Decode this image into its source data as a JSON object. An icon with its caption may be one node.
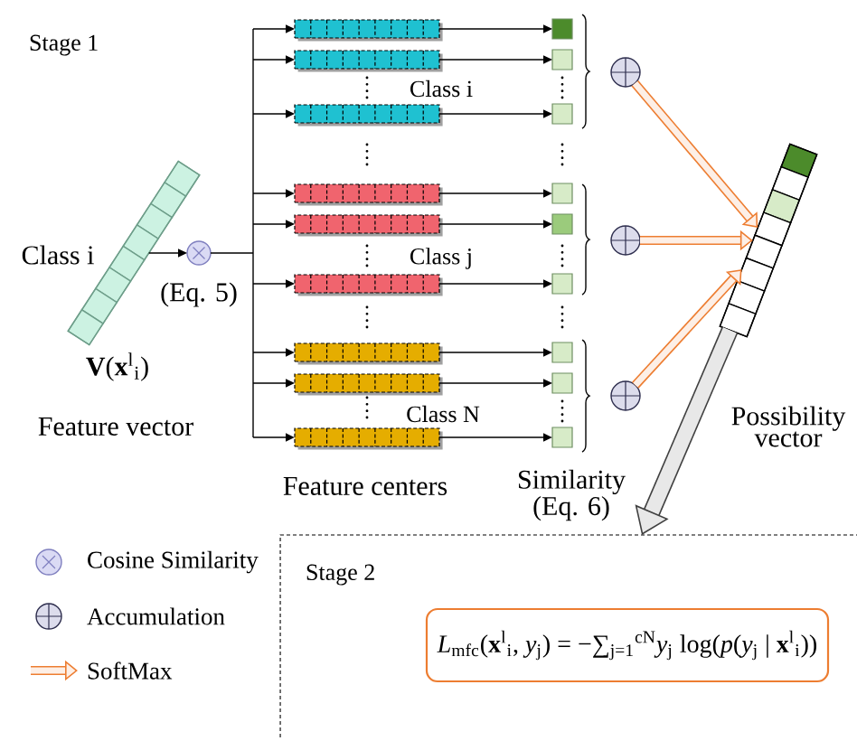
{
  "diagram": {
    "nodes": [
      {
        "text": [],
        "shape": "bar",
        "beside": [
          "Class i",
          "**V**(**x**$^{l}$$_{i}$)",
          "Feature vector"
        ]
      },
      {
        "text": [],
        "shape": "circle"
      },
      {
        "text": [],
        "shape": "bar"
      },
      {
        "text": [],
        "shape": "bar"
      },
      {
        "text": [],
        "shape": "bar"
      },
      {
        "text": [],
        "shape": "bar"
      },
      {
        "text": [],
        "shape": "bar"
      },
      {
        "text": [],
        "shape": "bar"
      },
      {
        "text": [],
        "shape": "bar"
      },
      {
        "text": [],
        "shape": "bar"
      },
      {
        "text": [],
        "shape": "bar"
      },
      {
        "text": [],
        "shape": "box"
      },
      {
        "text": [],
        "shape": "box"
      },
      {
        "text": [],
        "shape": "box"
      },
      {
        "text": [],
        "shape": "box"
      },
      {
        "text": [],
        "shape": "box"
      },
      {
        "text": [],
        "shape": "box"
      },
      {
        "text": [],
        "shape": "box"
      },
      {
        "text": [],
        "shape": "box"
      },
      {
        "text": [],
        "shape": "box"
      },
      {
        "text": [],
        "shape": "circle"
      },
      {
        "text": [],
        "shape": "circle"
      },
      {
        "text": [],
        "shape": "circle"
      },
      {
        "text": [],
        "shape": "bar",
        "beside": [
          "Possibility vector"
        ]
      },
      {
        "text": [
          "Stage 2"
        ]
      },
      {
        "text": [
          "*L*$_{mfc}$(**x**$^{l}$$_{i}$, *y*$_{j}$) = −∑$_{j=1}$$^{cN}$*y*$_{j}$ log(*p*(*y*$_{j}$ | **x**$^{l}$$_{i}$))"
        ],
        "in": 24
      }
    ],
    "edges": [
      {
        "from": 0,
        "to": 1,
        "arrow": "to"
      },
      {
        "from": 1,
        "to": 2,
        "arrow": "to"
      },
      {
        "from": 1,
        "to": 3,
        "arrow": "to"
      },
      {
        "from": 1,
        "to": 4,
        "arrow": "to"
      },
      {
        "from": 1,
        "to": 5,
        "arrow": "to"
      },
      {
        "from": 1,
        "to": 6,
        "arrow": "to"
      },
      {
        "from": 1,
        "to": 7,
        "arrow": "to"
      },
      {
        "from": 1,
        "to": 8,
        "arrow": "to"
      },
      {
        "from": 1,
        "to": 9,
        "arrow": "to"
      },
      {
        "from": 1,
        "to": 10,
        "arrow": "to"
      },
      {
        "from": 2,
        "to": 11,
        "arrow": "to"
      },
      {
        "from": 3,
        "to": 12,
        "arrow": "to"
      },
      {
        "from": 4,
        "to": 13,
        "arrow": "to"
      },
      {
        "from": 5,
        "to": 14,
        "arrow": "to"
      },
      {
        "from": 6,
        "to": 15,
        "arrow": "to"
      },
      {
        "from": 7,
        "to": 16,
        "arrow": "to"
      },
      {
        "from": 8,
        "to": 17,
        "arrow": "to"
      },
      {
        "from": 9,
        "to": 18,
        "arrow": "to"
      },
      {
        "from": 10,
        "to": 19,
        "arrow": "to"
      },
      {
        "from": 20,
        "to": 23,
        "arrow": "to",
        "style": "thick",
        "color": "#ed7d31"
      },
      {
        "from": 21,
        "to": 23,
        "arrow": "to",
        "style": "thick",
        "color": "#ed7d31"
      },
      {
        "from": 22,
        "to": 23,
        "arrow": "to",
        "style": "thick",
        "color": "#ed7d31"
      },
      {
        "from": 23,
        "to": 24,
        "arrow": "to",
        "style": "thick",
        "color": "#404040"
      }
    ],
    "labels": [
      "Stage 1",
      "(Eq. 5)",
      "Class i",
      "Class j",
      "Class N",
      "Feature centers",
      "Similarity (Eq. 6)"
    ],
    "legend": [
      {
        "text": "Cosine Similarity"
      },
      {
        "text": "Accumulation"
      },
      {
        "text": "SoftMax"
      }
    ]
  }
}
